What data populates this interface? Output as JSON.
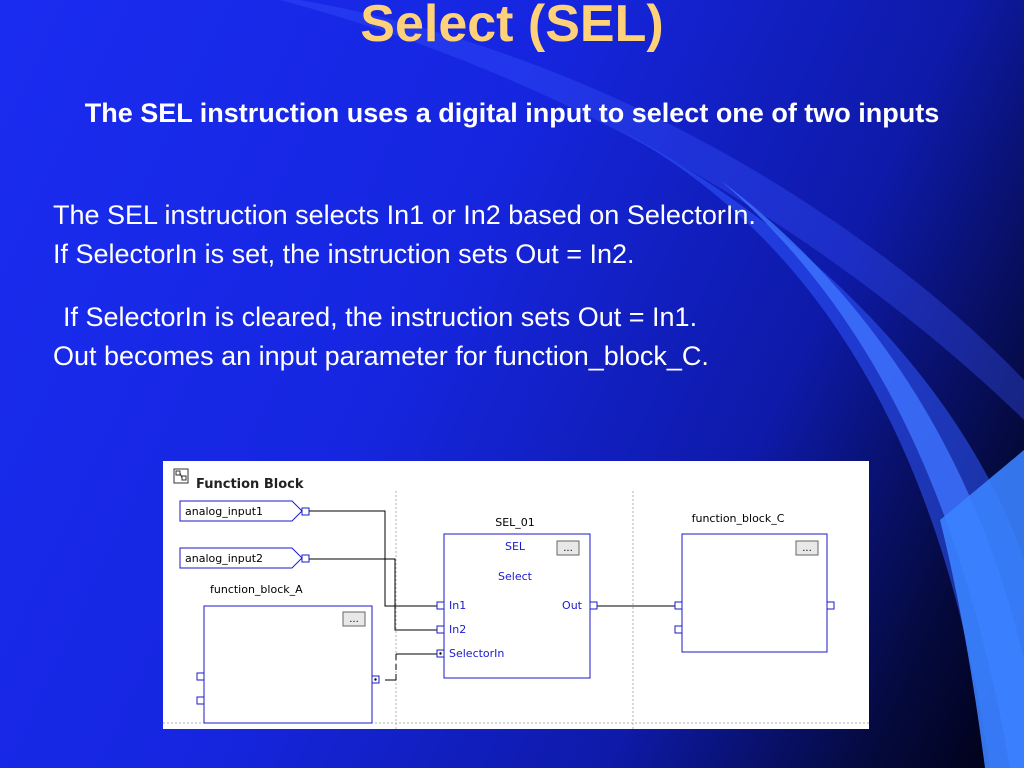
{
  "slide": {
    "title": "Select (SEL)",
    "subtitle": "The SEL instruction uses a digital input to select one of two inputs",
    "paragraph1": [
      "The SEL instruction selects In1 or In2 based on SelectorIn.",
      "If SelectorIn is set, the instruction sets Out = In2."
    ],
    "paragraph2": [
      "If SelectorIn is cleared, the instruction sets Out = In1.",
      "Out becomes an input parameter for function_block_C."
    ]
  },
  "diagram": {
    "header": "Function Block",
    "tags": {
      "input1": "analog_input1",
      "input2": "analog_input2"
    },
    "block_a": {
      "name": "function_block_A",
      "button": "..."
    },
    "sel": {
      "tag": "SEL_01",
      "type": "SEL",
      "description": "Select",
      "button": "...",
      "pins": {
        "in1": "In1",
        "in2": "In2",
        "selector": "SelectorIn",
        "out": "Out"
      }
    },
    "block_c": {
      "name": "function_block_C",
      "button": "..."
    }
  },
  "colors": {
    "title": "#ffd27a",
    "text": "#ffffff",
    "background_blue": "#1626e0",
    "diagram_blue": "#1a1acc"
  }
}
